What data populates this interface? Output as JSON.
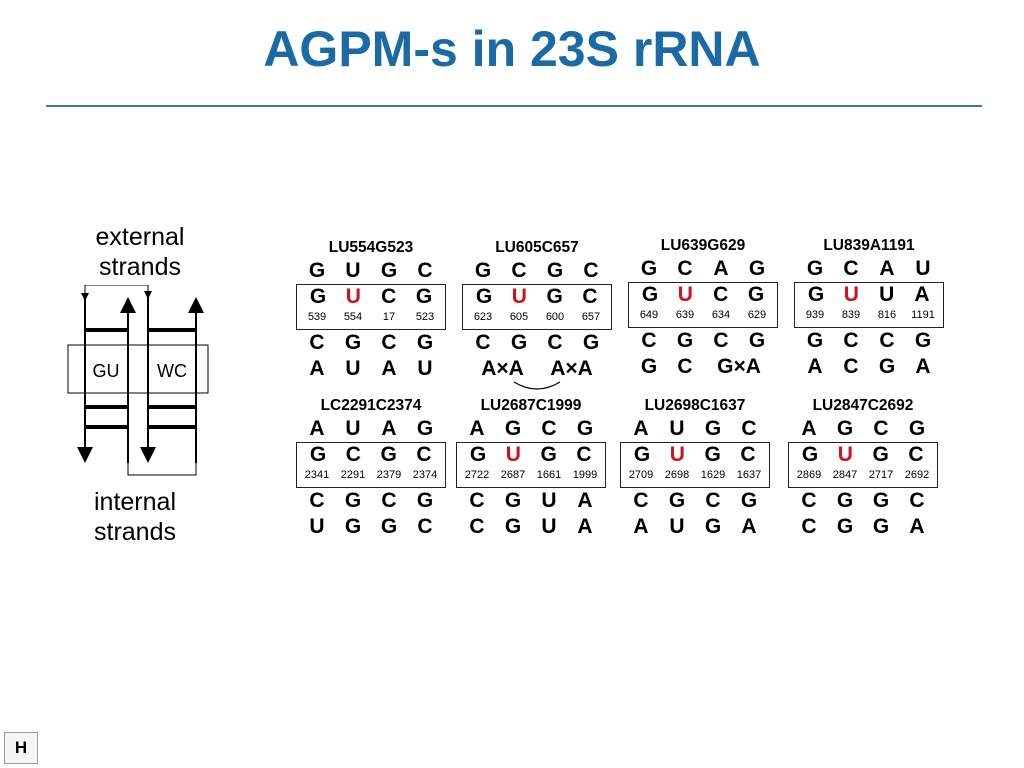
{
  "slide": {
    "title": "AGPM-s in 23S rRNA",
    "corner_label": "H"
  },
  "diagram": {
    "top_label": [
      "external",
      "strands"
    ],
    "bottom_label": [
      "internal",
      "strands"
    ],
    "box_left": "GU",
    "box_right": "WC"
  },
  "motifs": [
    {
      "name": "LU554G523",
      "top": [
        "G",
        "U",
        "G",
        "C"
      ],
      "box": [
        "G",
        "U",
        "C",
        "G"
      ],
      "positions": [
        "539",
        "554",
        "17",
        "523"
      ],
      "bottom1": [
        "C",
        "G",
        "C",
        "G"
      ],
      "bottom2": [
        "A",
        "U",
        "A",
        "U"
      ]
    },
    {
      "name": "LU605C657",
      "top": [
        "G",
        "C",
        "G",
        "C"
      ],
      "box": [
        "G",
        "U",
        "G",
        "C"
      ],
      "positions": [
        "623",
        "605",
        "600",
        "657"
      ],
      "bottom1": [
        "C",
        "G",
        "C",
        "G"
      ],
      "bottom2": [
        "A×A",
        "A×A"
      ]
    },
    {
      "name": "LU639G629",
      "top": [
        "G",
        "C",
        "A",
        "G"
      ],
      "box": [
        "G",
        "U",
        "C",
        "G"
      ],
      "positions": [
        "649",
        "639",
        "634",
        "629"
      ],
      "bottom1": [
        "C",
        "G",
        "C",
        "G"
      ],
      "bottom2": [
        "G",
        "C",
        "G×A"
      ]
    },
    {
      "name": "LU839A1191",
      "top": [
        "G",
        "C",
        "A",
        "U"
      ],
      "box": [
        "G",
        "U",
        "U",
        "A"
      ],
      "positions": [
        "939",
        "839",
        "816",
        "1191"
      ],
      "bottom1": [
        "G",
        "C",
        "C",
        "G"
      ],
      "bottom2": [
        "A",
        "C",
        "G",
        "A"
      ]
    },
    {
      "name": "LC2291C2374",
      "top": [
        "A",
        "U",
        "A",
        "G"
      ],
      "box": [
        "G",
        "C",
        "G",
        "C"
      ],
      "positions": [
        "2341",
        "2291",
        "2379",
        "2374"
      ],
      "bottom1": [
        "C",
        "G",
        "C",
        "G"
      ],
      "bottom2": [
        "U",
        "G",
        "G",
        "C"
      ]
    },
    {
      "name": "LU2687C1999",
      "top": [
        "A",
        "G",
        "C",
        "G"
      ],
      "box": [
        "G",
        "U",
        "G",
        "C"
      ],
      "positions": [
        "2722",
        "2687",
        "1661",
        "1999"
      ],
      "bottom1": [
        "C",
        "G",
        "U",
        "A"
      ],
      "bottom2": [
        "C",
        "G",
        "U",
        "A"
      ]
    },
    {
      "name": "LU2698C1637",
      "top": [
        "A",
        "U",
        "G",
        "C"
      ],
      "box": [
        "G",
        "U",
        "G",
        "C"
      ],
      "positions": [
        "2709",
        "2698",
        "1629",
        "1637"
      ],
      "bottom1": [
        "C",
        "G",
        "C",
        "G"
      ],
      "bottom2": [
        "A",
        "U",
        "G",
        "A"
      ]
    },
    {
      "name": "LU2847C2692",
      "top": [
        "A",
        "G",
        "C",
        "G"
      ],
      "box": [
        "G",
        "U",
        "G",
        "C"
      ],
      "positions": [
        "2869",
        "2847",
        "2717",
        "2692"
      ],
      "bottom1": [
        "C",
        "G",
        "G",
        "C"
      ],
      "bottom2": [
        "C",
        "G",
        "G",
        "A"
      ]
    }
  ]
}
